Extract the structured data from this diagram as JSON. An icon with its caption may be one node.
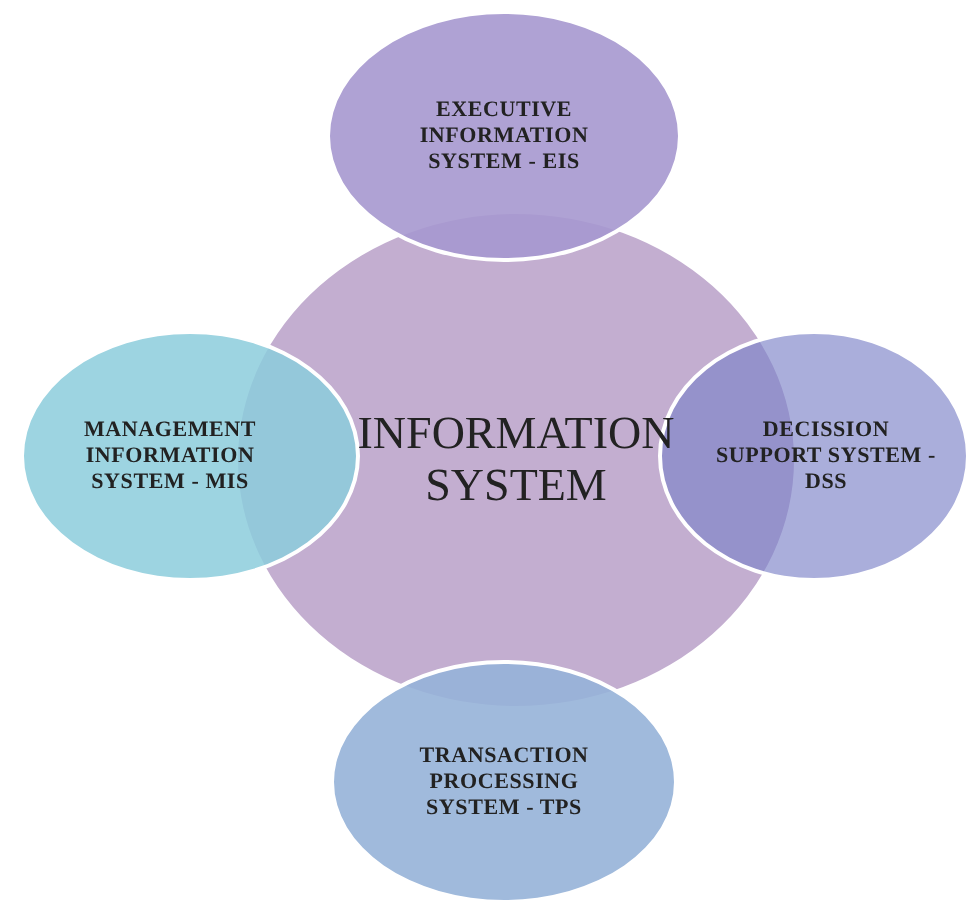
{
  "diagram": {
    "nodes": [
      {
        "text": [
          "EXECUTIVE INFORMATION SYSTEM - EIS"
        ]
      },
      {
        "text": [
          "MANAGEMENT INFORMATION SYSTEM - MIS"
        ]
      },
      {
        "text": [
          "INFORMATION SYSTEM"
        ]
      },
      {
        "text": [
          "DECISSION SUPPORT SYSTEM - DSS"
        ]
      },
      {
        "text": [
          "TRANSACTION PROCESSING SYSTEM - TPS"
        ]
      }
    ],
    "edges": []
  }
}
